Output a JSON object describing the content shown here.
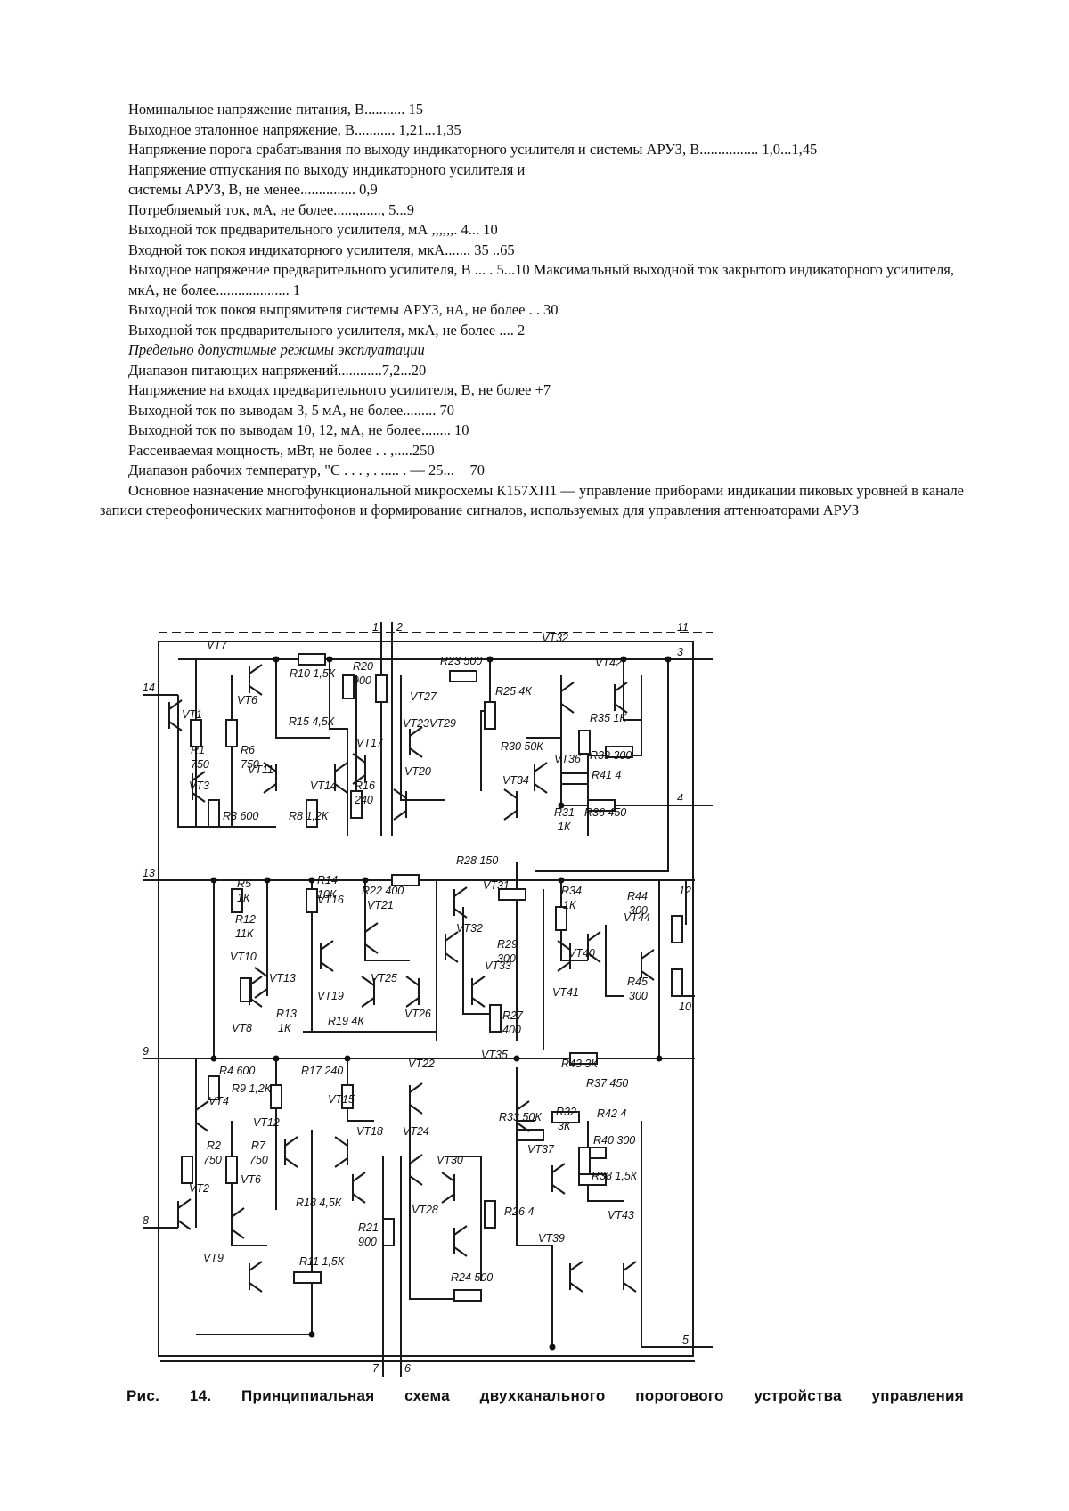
{
  "text": {
    "lines": [
      {
        "style": "ind",
        "text": "Номинальное напряжение питания, В........... 15"
      },
      {
        "style": "ind",
        "text": "Выходное эталонное напряжение, В........... 1,21...1,35"
      },
      {
        "style": "ind",
        "text": "Напряжение порога срабатывания по выходу индикаторного усилителя и системы АРУЗ, В................ 1,0...1,45"
      },
      {
        "style": "ind",
        "text": "Напряжение отпускания по выходу индикаторного усилителя и"
      },
      {
        "style": "ind",
        "text": "системы АРУЗ, В, не менее............... 0,9"
      },
      {
        "style": "ind",
        "text": "Потребляемый ток, мА, не более......,......, 5...9"
      },
      {
        "style": "ind",
        "text": "Выходной ток предварительного усилителя, мА ,,,,,,. 4... 10"
      },
      {
        "style": "ind",
        "text": "Входной ток покоя индикаторного усилителя, мкА....... 35 ..65"
      },
      {
        "style": "ind",
        "text": "Выходное напряжение предварительного усилителя, В ... . 5...10 Максимальный выходной ток закрытого индикаторного усилителя,"
      },
      {
        "style": "ind",
        "text": "мкА, не более.................... 1"
      },
      {
        "style": "ind",
        "text": "Выходной ток покоя выпрямителя системы АРУЗ, нА, не более . . 30"
      },
      {
        "style": "ind",
        "text": "Выходной ток предварительного усилителя, мкА, не более .... 2"
      },
      {
        "style": "ind it",
        "text": "Предельно допустимые режимы эксплуатации"
      },
      {
        "style": "ind",
        "text": "Диапазон питающих напряжений............7,2...20"
      },
      {
        "style": "ind",
        "text": "Напряжение на входах предварительного усилителя, В, не более +7"
      },
      {
        "style": "ind",
        "text": "Выходной ток по выводам 3, 5 мА, не более......... 70"
      },
      {
        "style": "ind",
        "text": "Выходной ток по выводам 10, 12, мА, не более........ 10"
      },
      {
        "style": "ind",
        "text": "Рассеиваемая мощность, мВт, не более . . ,.....250"
      },
      {
        "style": "ind",
        "text": "Диапазон рабочих температур, \"С . . . , . ..... . — 25... − 70"
      },
      {
        "style": "ind",
        "text": "Основное назначение многофункциональной микросхемы К157ХП1 — управление приборами индикации пиковых уровней в канале записи стереофонических магнитофонов и формирование сигналов, используемых для управления аттенюаторами АРУЗ"
      }
    ]
  },
  "schematic": {
    "labels": {
      "pin1": "1",
      "pin2": "2",
      "pin11": "11",
      "pin3": "3",
      "pin14": "14",
      "pin4": "4",
      "pin13": "13",
      "pin12": "12",
      "pin10": "10",
      "pin9": "9",
      "pin8": "8",
      "pin5": "5",
      "pin7": "7",
      "pin6": "6",
      "VT7": "VT7",
      "VT1": "VT1",
      "VT6a": "VT6",
      "VT3": "VT3",
      "VT11": "VT11",
      "VT14": "VT14",
      "VT17": "VT17",
      "VT27": "VT27",
      "VT23": "VT23",
      "VT29": "VT29",
      "VT20": "VT20",
      "VT32a": "VT32",
      "VT42": "VT42",
      "VT36": "VT36",
      "VT34": "VT34",
      "VT31": "VT31",
      "VT32b": "VT32",
      "VT33": "VT33",
      "VT16": "VT16",
      "VT21": "VT21",
      "VT10": "VT10",
      "VT13": "VT13",
      "VT25": "VT25",
      "VT19": "VT19",
      "VT26": "VT26",
      "VT8": "VT8",
      "VT40": "VT40",
      "VT41": "VT41",
      "VT44": "VT44",
      "VT4": "VT4",
      "VT2": "VT2",
      "VT6b": "VT6",
      "VT9": "VT9",
      "VT12": "VT12",
      "VT15": "VT15",
      "VT18": "VT18",
      "VT22": "VT22",
      "VT24": "VT24",
      "VT30": "VT30",
      "VT28": "VT28",
      "VT35": "VT35",
      "VT37": "VT37",
      "VT39": "VT39",
      "VT43": "VT43",
      "R10": "R10 1,5К",
      "R20a": "R20",
      "R20b": "900",
      "R15": "R15 4,5К",
      "R1a": "R1",
      "R1b": "750",
      "R6a": "R6",
      "R6b": "750",
      "R3": "R3 600",
      "R8": "R8 1,2К",
      "R16a": "R16",
      "R16b": "240",
      "R23": "R23 500",
      "R25": "R25 4К",
      "R30": "R30 50К",
      "R35": "R35 1К",
      "R39": "R39 300",
      "R41": "R41 4",
      "R31a": "R31",
      "R31b": "1К",
      "R36": "R36 450",
      "R28": "R28 150",
      "R5a": "R5",
      "R5b": "1К",
      "R14a": "R14",
      "R14b": "10К",
      "R22": "R22 400",
      "R12a": "R12",
      "R12b": "11К",
      "R13a": "R13",
      "R13b": "1К",
      "R19": "R19 4К",
      "R29a": "R29",
      "R29b": "300",
      "R27a": "R27",
      "R27b": "400",
      "R34a": "R34",
      "R34b": "1К",
      "R44a": "R44",
      "R44b": "300",
      "R45a": "R45",
      "R45b": "300",
      "R43": "R43 3К",
      "R4": "R4 600",
      "R9": "R9 1,2К",
      "R17": "R17 240",
      "R2a": "R2",
      "R2b": "750",
      "R7a": "R7",
      "R7b": "750",
      "R18": "R18 4,5К",
      "R21a": "R21",
      "R21b": "900",
      "R11": "R11 1,5К",
      "R24": "R24 500",
      "R26": "R26 4",
      "R33": "R33 50К",
      "R32a": "R32",
      "R32b": "3К",
      "R37": "R37 450",
      "R42": "R42 4",
      "R40": "R40 300",
      "R38": "R38 1,5К"
    }
  },
  "caption": {
    "text": "Рис. 14. Принципиальная схема двухканального порогового устройства управления"
  }
}
